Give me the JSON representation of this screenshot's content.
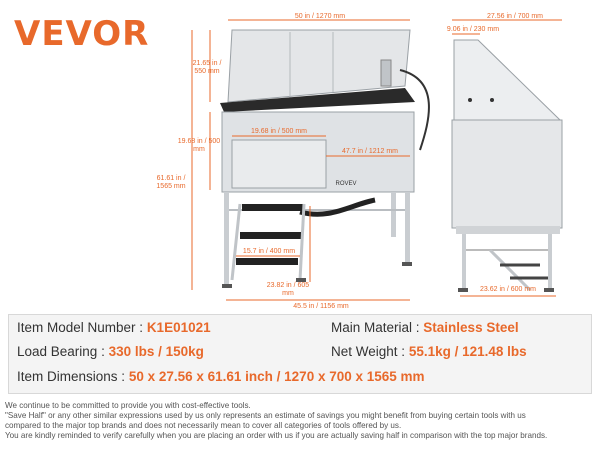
{
  "brand": "VEVOR",
  "dimensions": {
    "width_top": "50 in / 1270 mm",
    "depth_top": "27.56 in / 700 mm",
    "side_back": "9.06 in / 230 mm",
    "backsplash": "21.65 in / 550 mm",
    "basin_height": "19.68 in / 500 mm",
    "door_width": "19.68 in / 500 mm",
    "basin_inner": "47.7 in / 1212 mm",
    "total_height": "61.61 in / 1565 mm",
    "step_width": "15.7 in / 400 mm",
    "step_height": "23.82 in / 605 mm",
    "base_width": "45.5 in / 1156 mm",
    "base_depth": "23.62 in / 600 mm",
    "tub_label": "ROVEV"
  },
  "specs": {
    "model_label": "Item Model Number :",
    "model_value": "K1E01021",
    "material_label": "Main Material :",
    "material_value": "Stainless Steel",
    "load_label": "Load Bearing :",
    "load_value": "330 lbs / 150kg",
    "weight_label": "Net Weight :",
    "weight_value": "55.1kg / 121.48 lbs",
    "dims_label": "Item Dimensions :",
    "dims_value": "50 x 27.56 x 61.61 inch / 1270 x 700 x 1565 mm"
  },
  "footer": {
    "line1": "We continue to be committed to provide you with cost-effective tools.",
    "line2": "\"Save Half\" or any other similar expressions used by us only represents an estimate of savings you might benefit from buying certain tools with us",
    "line3": "compared to the major top brands and does not necessarily mean to cover all categories of tools offered by us.",
    "line4": "You are kindly reminded to verify carefully when you are placing an order with us if you are actually saving half in comparison with the top major brands."
  }
}
